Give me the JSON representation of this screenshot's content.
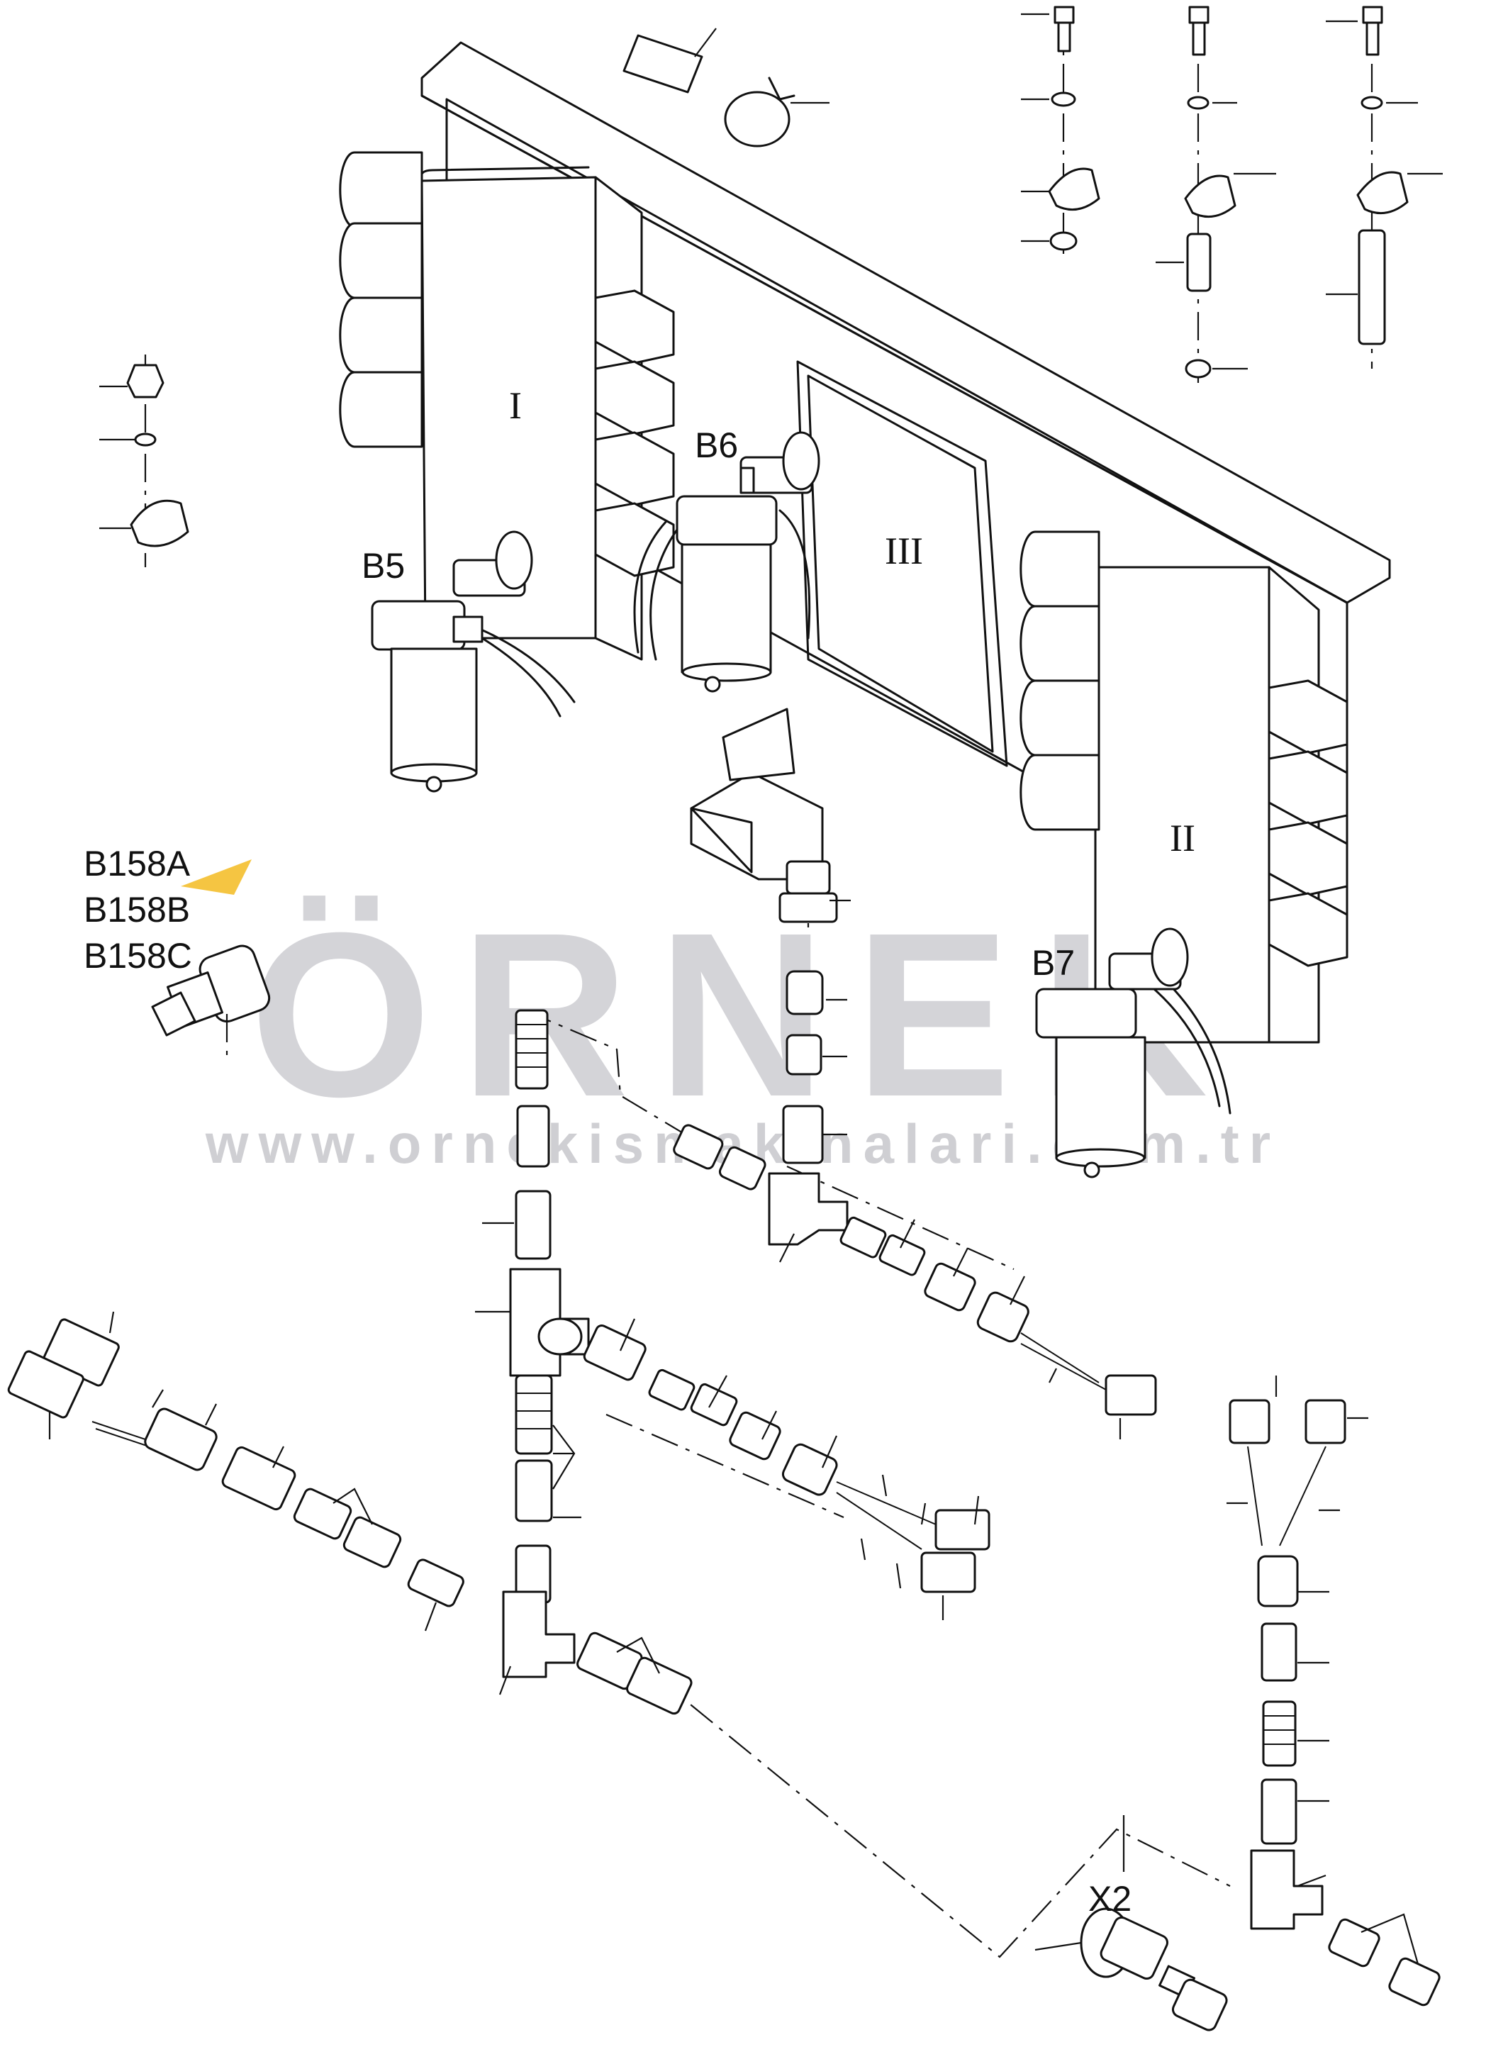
{
  "labels": {
    "b5": "B5",
    "b6": "B6",
    "b7": "B7",
    "b158a": "B158A",
    "b158b": "B158B",
    "b158c": "B158C",
    "x2": "X2"
  },
  "sections": {
    "one": "I",
    "two": "II",
    "three": "III"
  },
  "watermark": {
    "brand": "ÖRNEK",
    "url": "www.ornekismakinalari.com.tr",
    "brand_color": "#d4d4d8",
    "accent_color": "#f5c542"
  }
}
